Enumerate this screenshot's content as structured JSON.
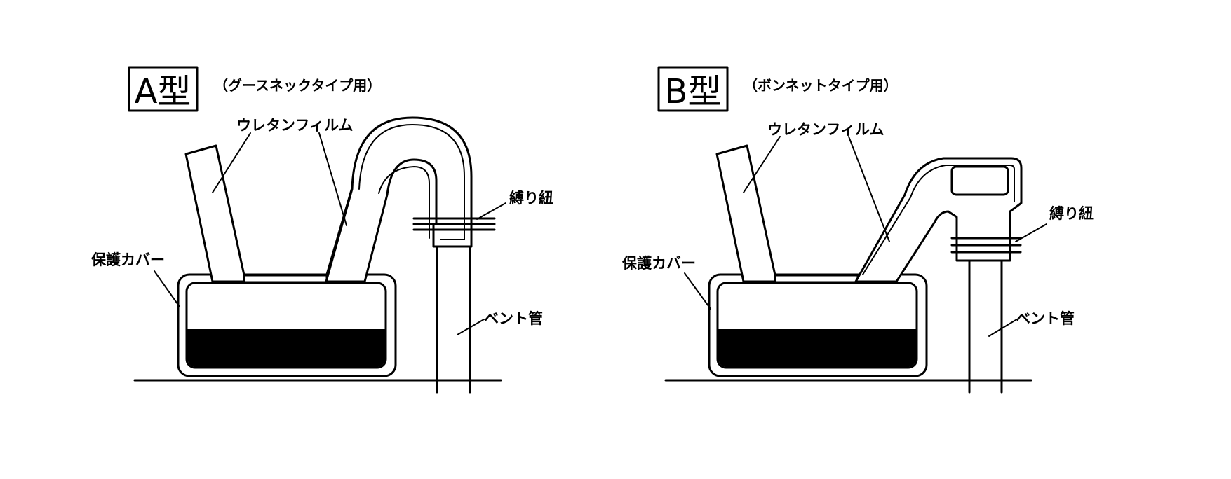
{
  "diagrams": [
    {
      "title": "A型",
      "subtitle": "（グースネックタイプ用）",
      "labels": {
        "film": "ウレタンフィルム",
        "cover": "保護カバー",
        "string": "縛り紐",
        "vent": "ベント管"
      }
    },
    {
      "title": "B型",
      "subtitle": "（ボンネットタイプ用）",
      "labels": {
        "film": "ウレタンフィルム",
        "cover": "保護カバー",
        "string": "縛り紐",
        "vent": "ベント管"
      }
    }
  ]
}
